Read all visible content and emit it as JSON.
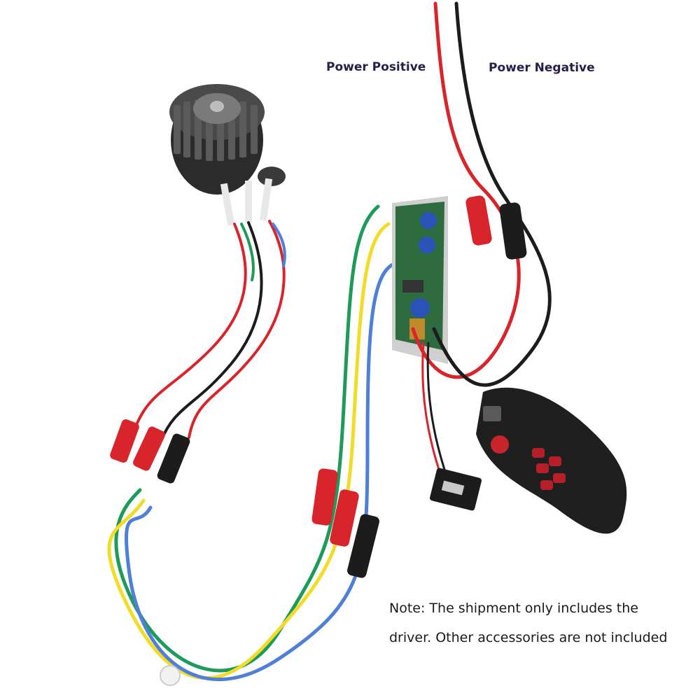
{
  "labels": {
    "power_positive": "Power Positive",
    "power_negative": "Power Negative"
  },
  "note": {
    "line1": "Note: The shipment only includes the",
    "line2": "driver. Other accessories are not included"
  },
  "colors": {
    "background": "#ffffff",
    "label_text": "#2a1d4a",
    "wire_red": "#d8242b",
    "wire_black": "#1c1c1c",
    "wire_green": "#1e9a5a",
    "wire_yellow": "#f2dc2a",
    "wire_blue": "#4f7fd6",
    "pcb_green": "#2e6b3f",
    "motor_body": "#2b2b2b"
  },
  "objects": [
    "brushless-motor",
    "motor-driver-board",
    "throttle-handle",
    "hall-connector",
    "alligator-clips",
    "power-leads"
  ]
}
